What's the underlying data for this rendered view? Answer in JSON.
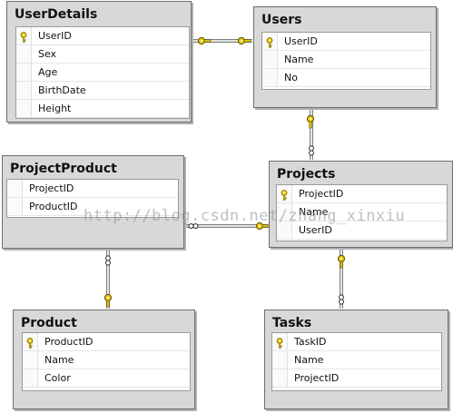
{
  "tables": {
    "userdetails": {
      "title": "UserDetails",
      "columns": [
        {
          "name": "UserID",
          "key": true
        },
        {
          "name": "Sex",
          "key": false
        },
        {
          "name": "Age",
          "key": false
        },
        {
          "name": "BirthDate",
          "key": false
        },
        {
          "name": "Height",
          "key": false
        }
      ]
    },
    "users": {
      "title": "Users",
      "columns": [
        {
          "name": "UserID",
          "key": true
        },
        {
          "name": "Name",
          "key": false
        },
        {
          "name": "No",
          "key": false
        }
      ]
    },
    "projectproduct": {
      "title": "ProjectProduct",
      "columns": [
        {
          "name": "ProjectID",
          "key": false
        },
        {
          "name": "ProductID",
          "key": false
        }
      ]
    },
    "projects": {
      "title": "Projects",
      "columns": [
        {
          "name": "ProjectID",
          "key": true
        },
        {
          "name": "Name",
          "key": false
        },
        {
          "name": "UserID",
          "key": false
        }
      ]
    },
    "product": {
      "title": "Product",
      "columns": [
        {
          "name": "ProductID",
          "key": true
        },
        {
          "name": "Name",
          "key": false
        },
        {
          "name": "Color",
          "key": false
        }
      ]
    },
    "tasks": {
      "title": "Tasks",
      "columns": [
        {
          "name": "TaskID",
          "key": true
        },
        {
          "name": "Name",
          "key": false
        },
        {
          "name": "ProjectID",
          "key": false
        }
      ]
    }
  },
  "relationships": [
    {
      "from": "userdetails",
      "to": "users",
      "from_end": "key",
      "to_end": "key"
    },
    {
      "from": "users",
      "to": "projects",
      "from_end": "key",
      "to_end": "infinity"
    },
    {
      "from": "projectproduct",
      "to": "projects",
      "from_end": "infinity",
      "to_end": "key"
    },
    {
      "from": "projectproduct",
      "to": "product",
      "from_end": "infinity",
      "to_end": "key"
    },
    {
      "from": "projects",
      "to": "tasks",
      "from_end": "key",
      "to_end": "infinity"
    }
  ],
  "watermark": "http://blog.csdn.net/zhang_xinxiu",
  "colors": {
    "key_icon": "#e8c800",
    "table_bg": "#d8d8d8",
    "line": "#808080"
  }
}
